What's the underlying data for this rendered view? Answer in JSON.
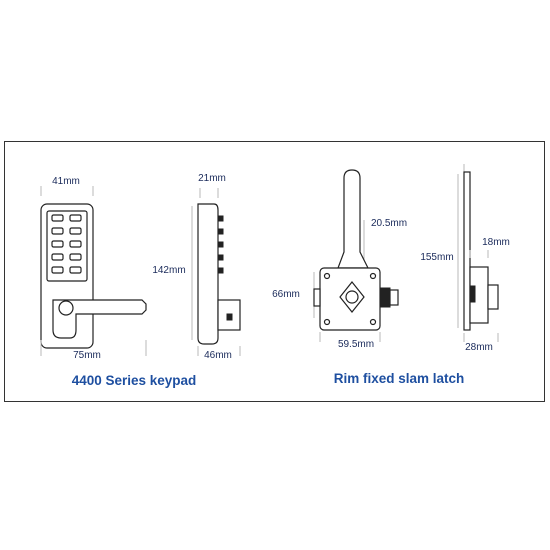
{
  "figure": {
    "keypad": {
      "caption": "4400 Series keypad",
      "front": {
        "width_label": "41mm",
        "depth_label": "75mm"
      },
      "side": {
        "top_label": "21mm",
        "height_label": "142mm",
        "bottom_label": "46mm"
      }
    },
    "latch": {
      "caption": "Rim fixed slam latch",
      "front": {
        "bar_label": "20.5mm",
        "height_label": "66mm",
        "width_label": "59.5mm"
      },
      "side": {
        "height_label": "155mm",
        "depth_label": "18mm",
        "bottom_label": "28mm"
      }
    }
  },
  "colors": {
    "caption": "#1e4fa0",
    "dimension_text": "#1a2a5a",
    "line": "#222222",
    "frame_border": "#333333"
  }
}
